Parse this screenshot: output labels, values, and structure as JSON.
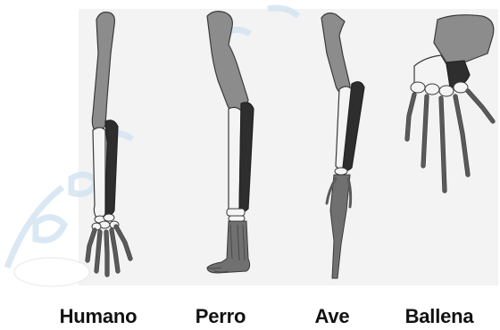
{
  "labels": {
    "human": "Humano",
    "dog": "Perro",
    "bird": "Ave",
    "whale": "Ballena"
  },
  "colors": {
    "humerus": "#8c8c8c",
    "radius": "#f4f4f4",
    "ulna": "#2e2e2e",
    "hand": "#6f6f6f",
    "outline": "#3a3a3a",
    "panel": "#f3f3f3",
    "watermark": "#c7dcef"
  }
}
